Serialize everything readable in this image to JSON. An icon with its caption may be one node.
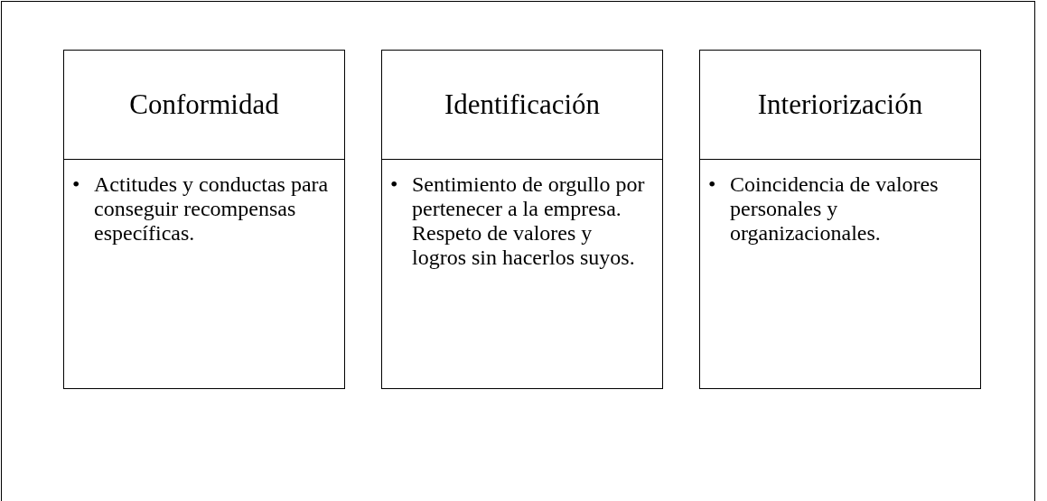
{
  "diagram": {
    "nodes": [
      {
        "text": [
          "Conformidad"
        ]
      },
      {
        "text": [
          "•",
          "Actitudes y conductas para conseguir recompensas específicas."
        ]
      },
      {
        "text": [
          "Identificación"
        ]
      },
      {
        "text": [
          "•",
          "Sentimiento de orgullo por pertenecer a la empresa. Respeto de valores y logros sin hacerlos suyos."
        ]
      },
      {
        "text": [
          "Interiorización"
        ]
      },
      {
        "text": [
          "•",
          "Coincidencia de valores personales y organizacionales."
        ]
      }
    ]
  }
}
